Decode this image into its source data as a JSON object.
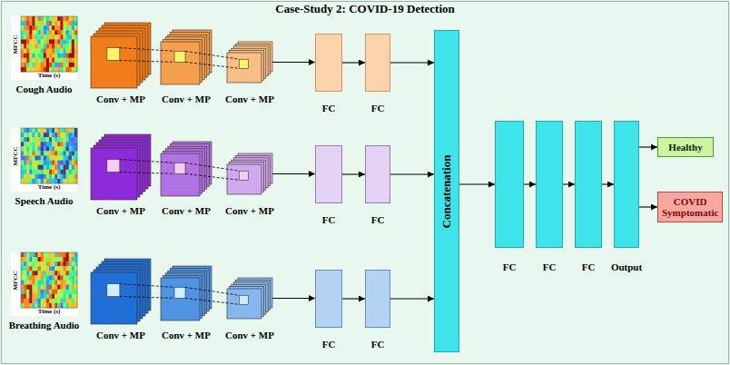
{
  "diagram": {
    "title": "Case-Study 2: COVID-19 Detection",
    "nodes": [
      {
        "text": [
          "MFCC",
          "Time (s)",
          "Cough Audio"
        ]
      },
      {
        "text": [
          "Conv + MP"
        ]
      },
      {
        "text": [
          "Conv + MP"
        ]
      },
      {
        "text": [
          "Conv + MP"
        ]
      },
      {
        "text": [
          "FC"
        ]
      },
      {
        "text": [
          "FC"
        ]
      },
      {
        "text": [
          "MFCC",
          "Time (s)",
          "Speech Audio"
        ]
      },
      {
        "text": [
          "Conv + MP"
        ]
      },
      {
        "text": [
          "Conv + MP"
        ]
      },
      {
        "text": [
          "Conv + MP"
        ]
      },
      {
        "text": [
          "FC"
        ]
      },
      {
        "text": [
          "FC"
        ]
      },
      {
        "text": [
          "MFCC",
          "Time (s)",
          "Breathing Audio"
        ]
      },
      {
        "text": [
          "Conv + MP"
        ]
      },
      {
        "text": [
          "Conv + MP"
        ]
      },
      {
        "text": [
          "Conv + MP"
        ]
      },
      {
        "text": [
          "FC"
        ]
      },
      {
        "text": [
          "FC"
        ]
      },
      {
        "text": [
          "Concatenation"
        ]
      },
      {
        "text": [
          "FC"
        ]
      },
      {
        "text": [
          "FC"
        ]
      },
      {
        "text": [
          "FC"
        ]
      },
      {
        "text": [
          "Output"
        ]
      },
      {
        "text": [
          "Healthy"
        ]
      },
      {
        "text": [
          "COVID Symptomatic"
        ]
      }
    ],
    "edges": [
      {
        "from": 1,
        "to": 2,
        "arrow": "none"
      },
      {
        "from": 2,
        "to": 3,
        "arrow": "none"
      },
      {
        "from": 3,
        "to": 4,
        "arrow": "to"
      },
      {
        "from": 4,
        "to": 5,
        "arrow": "to"
      },
      {
        "from": 5,
        "to": 18,
        "arrow": "to"
      },
      {
        "from": 7,
        "to": 8,
        "arrow": "none"
      },
      {
        "from": 8,
        "to": 9,
        "arrow": "none"
      },
      {
        "from": 9,
        "to": 10,
        "arrow": "to"
      },
      {
        "from": 10,
        "to": 11,
        "arrow": "to"
      },
      {
        "from": 11,
        "to": 18,
        "arrow": "to"
      },
      {
        "from": 13,
        "to": 14,
        "arrow": "none"
      },
      {
        "from": 14,
        "to": 15,
        "arrow": "none"
      },
      {
        "from": 15,
        "to": 16,
        "arrow": "to"
      },
      {
        "from": 16,
        "to": 17,
        "arrow": "to"
      },
      {
        "from": 17,
        "to": 18,
        "arrow": "to"
      },
      {
        "from": 18,
        "to": 19,
        "arrow": "to"
      },
      {
        "from": 19,
        "to": 20,
        "arrow": "to"
      },
      {
        "from": 20,
        "to": 21,
        "arrow": "to"
      },
      {
        "from": 21,
        "to": 22,
        "arrow": "to"
      },
      {
        "from": 22,
        "to": 23,
        "arrow": "to"
      },
      {
        "from": 22,
        "to": 24,
        "arrow": "to"
      }
    ]
  }
}
